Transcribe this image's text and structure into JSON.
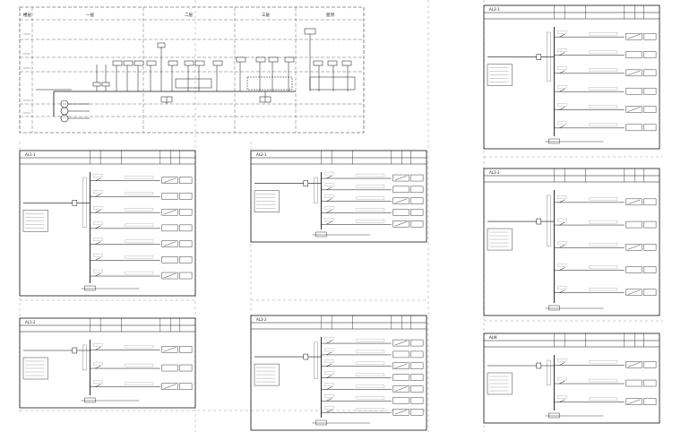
{
  "riser": {
    "left_label": "楼层",
    "columns": [
      {
        "label": "一层"
      },
      {
        "label": "二层"
      },
      {
        "label": "三层"
      },
      {
        "label": "屋顶"
      }
    ]
  },
  "panels": [
    {
      "id": "p1",
      "title": "AL1-1",
      "rows": 7
    },
    {
      "id": "p2",
      "title": "AL1-2",
      "rows": 3
    },
    {
      "id": "p3",
      "title": "AL2-1",
      "rows": 5
    },
    {
      "id": "p4",
      "title": "AL2-2",
      "rows": 7
    },
    {
      "id": "p5",
      "title": "AL3-1",
      "rows": 6
    },
    {
      "id": "p6",
      "title": "AL3-2",
      "rows": 5
    },
    {
      "id": "p7",
      "title": "ALW",
      "rows": 3
    }
  ]
}
